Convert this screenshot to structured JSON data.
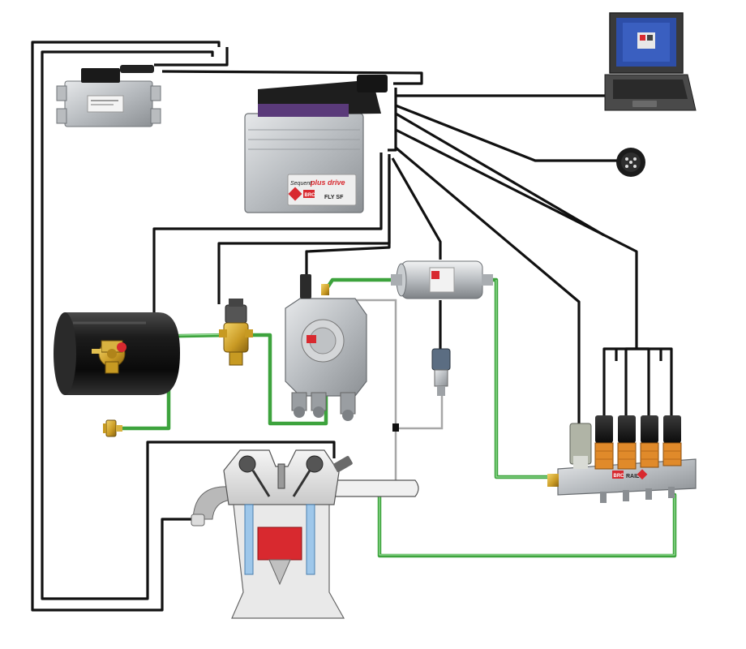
{
  "diagram": {
    "ecu_brand_line1": "Sequent",
    "ecu_brand_line2": "plus",
    "ecu_brand_line3": "drive",
    "ecu_model": "FLY SF",
    "rail_label": "RAIL",
    "brand_badge": "BRC",
    "wire_color": "#111111",
    "gas_pipe_color": "#3da33d",
    "intake_pipe_color": "#e4e4e4",
    "badge_color": "#d8292f"
  }
}
